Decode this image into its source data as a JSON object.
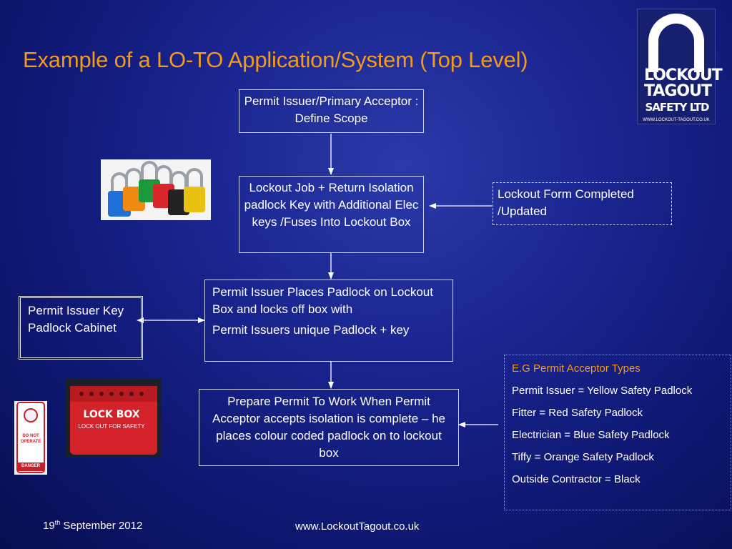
{
  "title": "Example of a LO-TO Application/System (Top Level)",
  "logo": {
    "line1": "LOCKOUT",
    "line2": "TAGOUT",
    "line3": "SAFETY LTD",
    "url": "WWW.LOCKOUT-TAGOUT.CO.UK"
  },
  "flow": {
    "step1": "Permit Issuer/Primary Acceptor : Define Scope",
    "step2": "Lockout Job + Return Isolation padlock Key with Additional Elec keys /Fuses Into Lockout Box",
    "step3_line1": "Permit Issuer Places Padlock on Lockout Box and locks off box with",
    "step3_line2": "Permit Issuers unique Padlock   + key",
    "step4": "Prepare Permit To Work When Permit Acceptor accepts isolation is complete – he places colour coded padlock on to lockout box",
    "form": "Lockout Form Completed /Updated",
    "cabinet": "Permit Issuer Key Padlock Cabinet"
  },
  "acceptor_types": {
    "title": "E.G Permit Acceptor Types",
    "items": [
      "Permit Issuer = Yellow Safety Padlock",
      "Fitter = Red Safety Padlock",
      "Electrician = Blue Safety Padlock",
      "Tiffy = Orange Safety Padlock",
      "Outside Contractor = Black"
    ]
  },
  "lockbox_label": "LOCK BOX",
  "lockbox_sub": "LOCK OUT FOR SAFETY",
  "tag_label_1": "DO NOT",
  "tag_label_2": "OPERATE",
  "tag_label_3": "DANGER",
  "footer": {
    "date_day": "19",
    "date_suffix": "th",
    "date_rest": " September 2012",
    "website": "www.LockoutTagout.co.uk"
  },
  "colors": {
    "title": "#f39a1a",
    "padlocks": [
      "#1e6fd8",
      "#f08a12",
      "#1a9a3a",
      "#d8262a",
      "#222222",
      "#e8c212"
    ]
  }
}
